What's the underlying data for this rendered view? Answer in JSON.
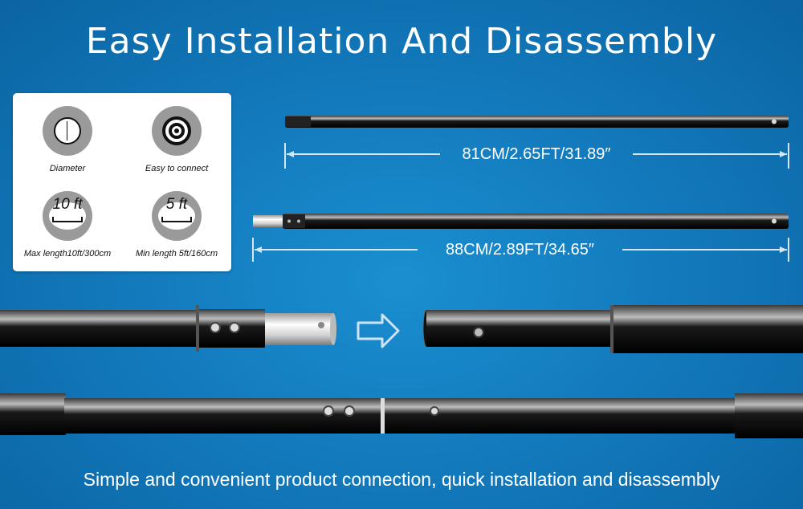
{
  "title": "Easy Installation And Disassembly",
  "specs": {
    "diameter": "Diameter",
    "connect": "Easy to connect",
    "max_icon": "10 ft",
    "max_label": "Max length10ft/300cm",
    "min_icon": "5 ft",
    "min_label": "Min length 5ft/160cm"
  },
  "dimensions": {
    "short_pole": "81CM/2.65FT/31.89″",
    "long_pole": "88CM/2.89FT/34.65″"
  },
  "footer": "Simple and convenient product connection, quick installation and disassembly",
  "colors": {
    "background": "#137bbd",
    "pole": "#0d0d0d",
    "card": "#ffffff"
  }
}
